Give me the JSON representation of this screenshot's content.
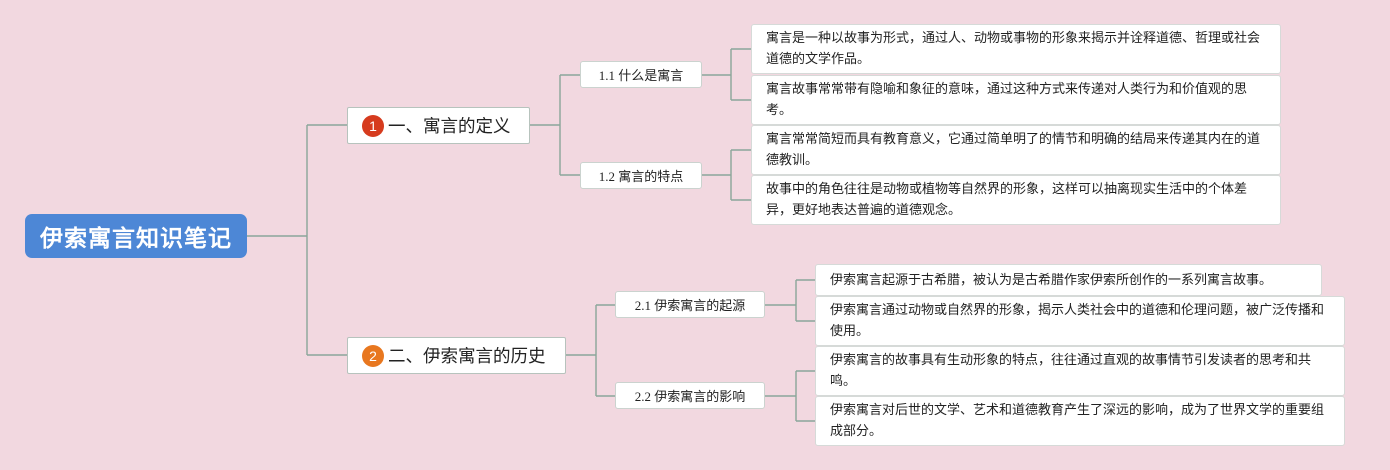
{
  "root": {
    "title": "伊索寓言知识笔记"
  },
  "colors": {
    "background": "#f2d8e0",
    "root_fill": "#4d87d6",
    "badge_1": "#d63b1e",
    "badge_2": "#e8771f",
    "connector": "#8aa69a"
  },
  "sections": [
    {
      "badge": "1",
      "title": "一、寓言的定义",
      "subs": [
        {
          "label": "1.1 什么是寓言",
          "notes": [
            "寓言是一种以故事为形式，通过人、动物或事物的形象来揭示并诠释道德、哲理或社会道德的文学作品。",
            "寓言故事常常带有隐喻和象征的意味，通过这种方式来传递对人类行为和价值观的思考。"
          ]
        },
        {
          "label": "1.2 寓言的特点",
          "notes": [
            "寓言常常简短而具有教育意义，它通过简单明了的情节和明确的结局来传递其内在的道德教训。",
            "故事中的角色往往是动物或植物等自然界的形象，这样可以抽离现实生活中的个体差异，更好地表达普遍的道德观念。"
          ]
        }
      ]
    },
    {
      "badge": "2",
      "title": "二、伊索寓言的历史",
      "subs": [
        {
          "label": "2.1 伊索寓言的起源",
          "notes": [
            "伊索寓言起源于古希腊，被认为是古希腊作家伊索所创作的一系列寓言故事。",
            "伊索寓言通过动物或自然界的形象，揭示人类社会中的道德和伦理问题，被广泛传播和使用。"
          ]
        },
        {
          "label": "2.2 伊索寓言的影响",
          "notes": [
            "伊索寓言的故事具有生动形象的特点，往往通过直观的故事情节引发读者的思考和共鸣。",
            "伊索寓言对后世的文学、艺术和道德教育产生了深远的影响，成为了世界文学的重要组成部分。"
          ]
        }
      ]
    }
  ]
}
